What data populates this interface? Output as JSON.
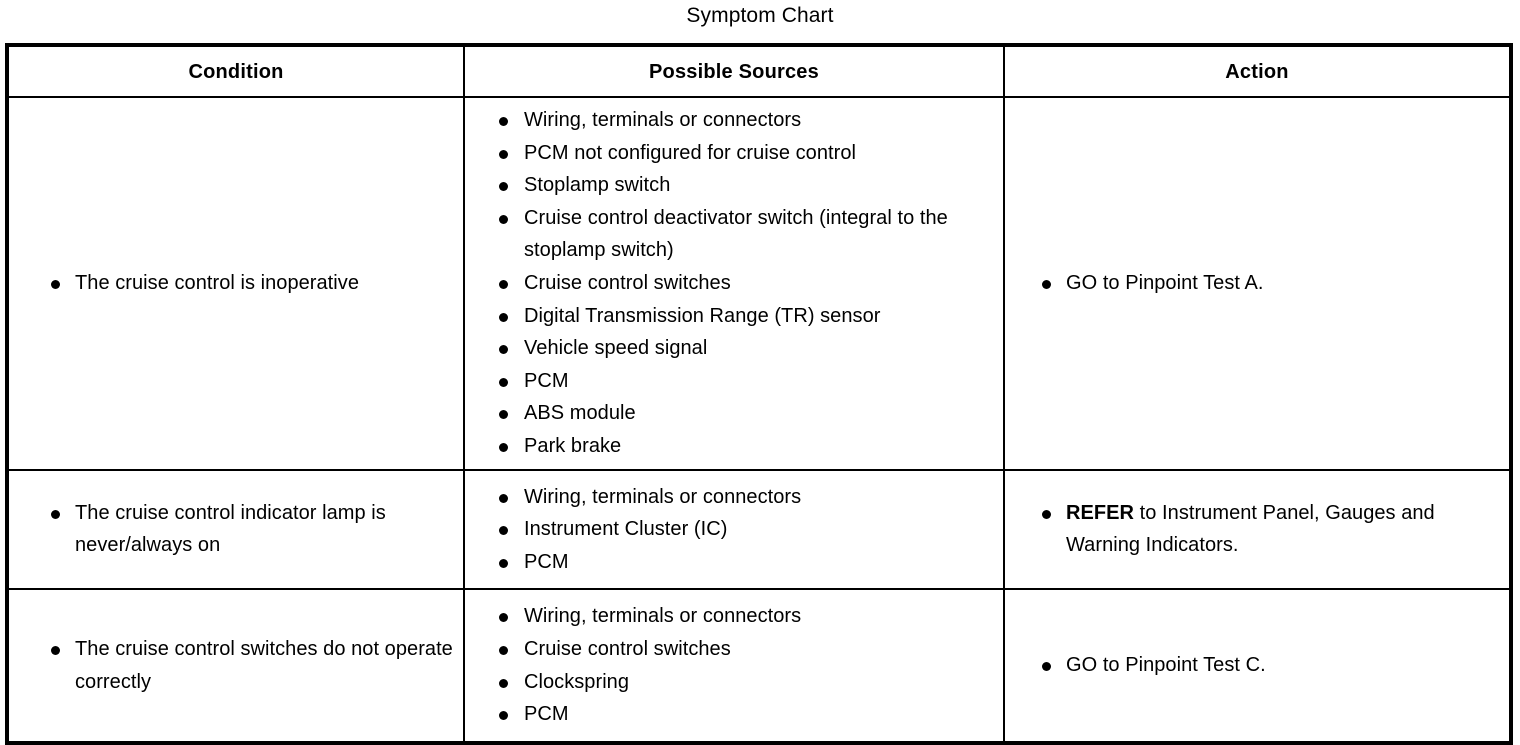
{
  "document": {
    "title": "Symptom Chart"
  },
  "table": {
    "headers": {
      "condition": "Condition",
      "possible_sources": "Possible Sources",
      "action": "Action"
    },
    "rows": [
      {
        "condition": [
          "The cruise control is inoperative"
        ],
        "possible_sources": [
          "Wiring, terminals or connectors",
          "PCM not configured for cruise control",
          "Stoplamp switch",
          "Cruise control deactivator switch (integral to the stoplamp switch)",
          "Cruise control switches",
          "Digital Transmission Range (TR) sensor",
          "Vehicle speed signal",
          "PCM",
          "ABS module",
          "Park brake"
        ],
        "action": [
          {
            "lead": "",
            "text": "GO to Pinpoint Test A."
          }
        ]
      },
      {
        "condition": [
          "The cruise control indicator lamp is never/always on"
        ],
        "possible_sources": [
          "Wiring, terminals or connectors",
          "Instrument Cluster (IC)",
          "PCM"
        ],
        "action": [
          {
            "lead": "REFER",
            "text": " to Instrument Panel, Gauges and Warning Indicators."
          }
        ]
      },
      {
        "condition": [
          "The cruise control switches do not operate correctly"
        ],
        "possible_sources": [
          "Wiring, terminals or connectors",
          "Cruise control switches",
          "Clockspring",
          "PCM"
        ],
        "action": [
          {
            "lead": "",
            "text": "GO to Pinpoint Test C."
          }
        ]
      }
    ]
  },
  "colors": {
    "ink": "#000000",
    "paper": "#ffffff"
  }
}
